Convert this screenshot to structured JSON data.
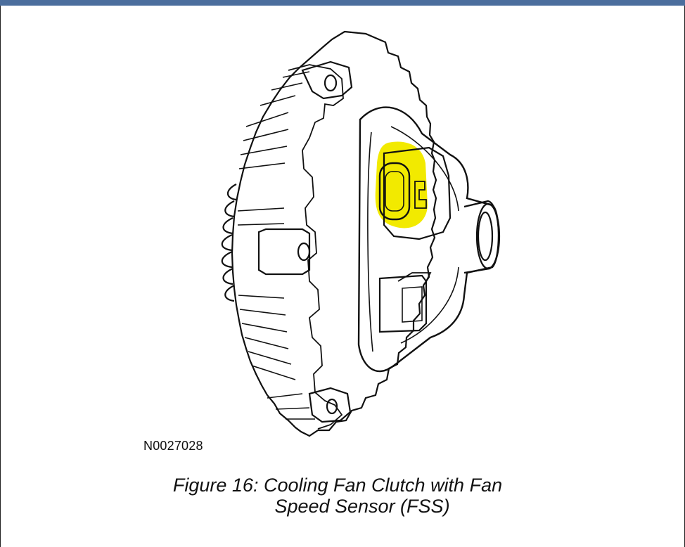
{
  "figure": {
    "part_code": "N0027028",
    "caption_line1": "Figure 16: Cooling Fan Clutch with Fan",
    "caption_line2": "Speed Sensor (FSS)"
  },
  "colors": {
    "window_bar": "#4b6e9d",
    "highlight": "#f2ea00",
    "line_art": "#111111"
  },
  "icons": {
    "fan_clutch": "cooling-fan-clutch-drawing",
    "sensor_connector": "fan-speed-sensor-connector"
  }
}
